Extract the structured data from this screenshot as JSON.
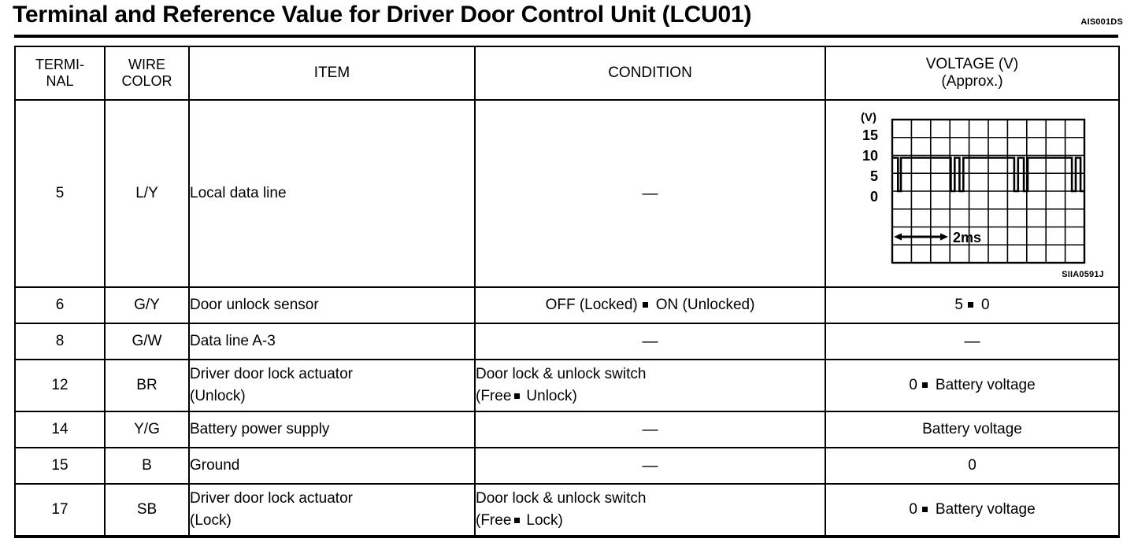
{
  "document": {
    "title": "Terminal and Reference Value for Driver Door Control Unit (LCU01)",
    "code": "AIS001DS"
  },
  "table": {
    "headers": {
      "terminal": "TERMI-\nNAL",
      "terminal_line1": "TERMI-",
      "terminal_line2": "NAL",
      "wire_color_line1": "WIRE",
      "wire_color_line2": "COLOR",
      "item": "ITEM",
      "condition": "CONDITION",
      "voltage_line1": "VOLTAGE (V)",
      "voltage_line2": "(Approx.)"
    },
    "rows": [
      {
        "terminal": "5",
        "wire_color": "L/Y",
        "item": "Local data line",
        "condition": "—",
        "voltage": "",
        "has_waveform": true
      },
      {
        "terminal": "6",
        "wire_color": "G/Y",
        "item": "Door unlock sensor",
        "condition_a": "OFF (Locked)",
        "condition_b": "ON (Unlocked)",
        "voltage_a": "5",
        "voltage_b": "0"
      },
      {
        "terminal": "8",
        "wire_color": "G/W",
        "item": "Data line A-3",
        "condition": "—",
        "voltage": "—"
      },
      {
        "terminal": "12",
        "wire_color": "BR",
        "item_line1": "Driver door lock actuator",
        "item_line2": "(Unlock)",
        "condition_line1": "Door lock & unlock switch",
        "condition_line2_a": "(Free",
        "condition_line2_b": "Unlock)",
        "voltage_a": "0",
        "voltage_b": "Battery voltage"
      },
      {
        "terminal": "14",
        "wire_color": "Y/G",
        "item": "Battery power supply",
        "condition": "—",
        "voltage": "Battery voltage"
      },
      {
        "terminal": "15",
        "wire_color": "B",
        "item": "Ground",
        "condition": "—",
        "voltage": "0"
      },
      {
        "terminal": "17",
        "wire_color": "SB",
        "item_line1": "Driver door lock actuator",
        "item_line2": "(Lock)",
        "condition_line1": "Door lock & unlock switch",
        "condition_line2_a": "(Free",
        "condition_line2_b": "Lock)",
        "voltage_a": "0",
        "voltage_b": "Battery voltage"
      }
    ]
  },
  "chart_data": {
    "type": "line",
    "title": "",
    "caption": "SIIA0591J",
    "ylabel": "(V)",
    "ytick_labels": [
      "15",
      "10",
      "5",
      "0"
    ],
    "ytick_values": [
      15,
      10,
      5,
      0
    ],
    "ylim": [
      -5,
      20
    ],
    "xlim": [
      0,
      10
    ],
    "x_scale_label": "2ms",
    "x_scale_divisions": 1,
    "grid": true,
    "grid_columns": 10,
    "grid_rows": 8,
    "signal_high_v": 9,
    "signal_low_v": 0,
    "description": "Local data line serial pulse waveform, square wave between 0 V and approx. 9 V",
    "transitions_x": [
      0.3,
      0.45,
      3.05,
      3.25,
      3.5,
      3.7,
      6.35,
      6.55,
      6.85,
      7.05,
      9.35,
      9.55,
      9.8
    ],
    "segments": [
      {
        "x0": 0.0,
        "x1": 0.3,
        "v": 9
      },
      {
        "x0": 0.3,
        "x1": 0.45,
        "v": 0
      },
      {
        "x0": 0.45,
        "x1": 3.05,
        "v": 9
      },
      {
        "x0": 3.05,
        "x1": 3.25,
        "v": 0
      },
      {
        "x0": 3.25,
        "x1": 3.5,
        "v": 9
      },
      {
        "x0": 3.5,
        "x1": 3.7,
        "v": 0
      },
      {
        "x0": 3.7,
        "x1": 6.35,
        "v": 9
      },
      {
        "x0": 6.35,
        "x1": 6.55,
        "v": 0
      },
      {
        "x0": 6.55,
        "x1": 6.85,
        "v": 9
      },
      {
        "x0": 6.85,
        "x1": 7.05,
        "v": 0
      },
      {
        "x0": 7.05,
        "x1": 9.35,
        "v": 9
      },
      {
        "x0": 9.35,
        "x1": 9.55,
        "v": 0
      },
      {
        "x0": 9.55,
        "x1": 9.8,
        "v": 9
      },
      {
        "x0": 9.8,
        "x1": 10.0,
        "v": 0
      }
    ]
  }
}
